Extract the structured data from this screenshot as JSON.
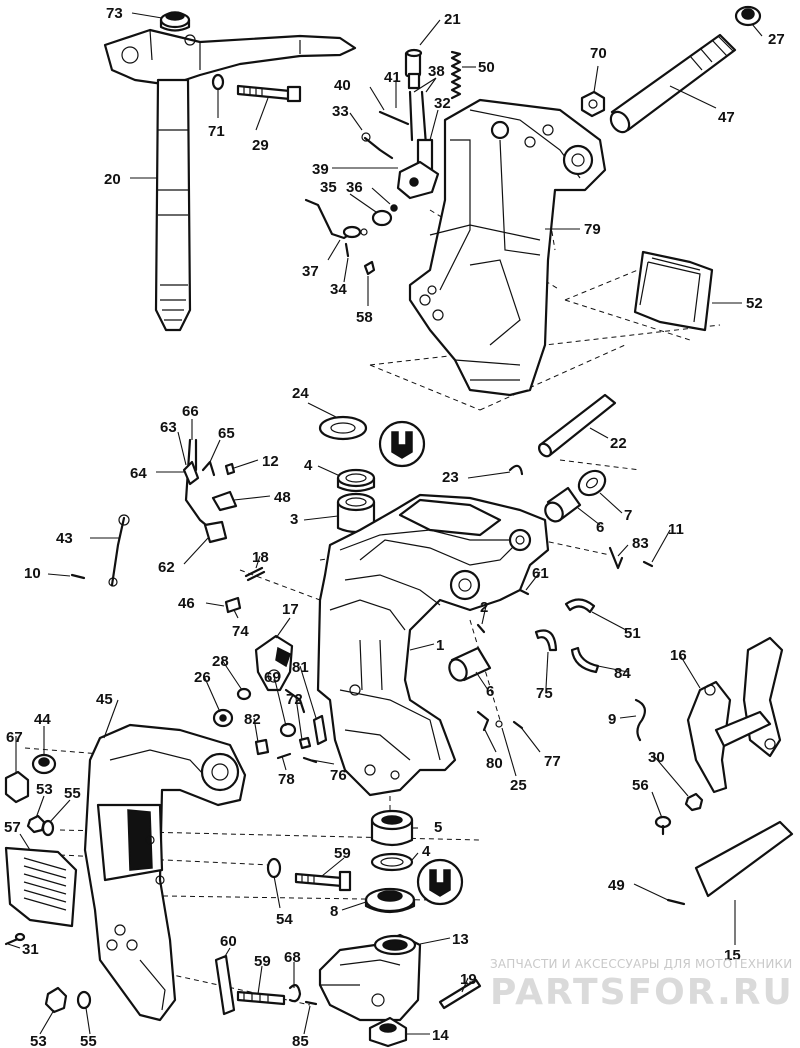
{
  "callouts": [
    {
      "id": "73",
      "label": "73"
    },
    {
      "id": "21",
      "label": "21"
    },
    {
      "id": "27",
      "label": "27"
    },
    {
      "id": "70",
      "label": "70"
    },
    {
      "id": "50",
      "label": "50"
    },
    {
      "id": "38",
      "label": "38"
    },
    {
      "id": "41",
      "label": "41"
    },
    {
      "id": "40",
      "label": "40"
    },
    {
      "id": "32",
      "label": "32"
    },
    {
      "id": "47",
      "label": "47"
    },
    {
      "id": "71",
      "label": "71"
    },
    {
      "id": "29",
      "label": "29"
    },
    {
      "id": "33",
      "label": "33"
    },
    {
      "id": "20",
      "label": "20"
    },
    {
      "id": "39",
      "label": "39"
    },
    {
      "id": "35",
      "label": "35"
    },
    {
      "id": "36",
      "label": "36"
    },
    {
      "id": "79",
      "label": "79"
    },
    {
      "id": "37",
      "label": "37"
    },
    {
      "id": "34",
      "label": "34"
    },
    {
      "id": "52",
      "label": "52"
    },
    {
      "id": "58",
      "label": "58"
    },
    {
      "id": "24",
      "label": "24"
    },
    {
      "id": "22",
      "label": "22"
    },
    {
      "id": "66",
      "label": "66"
    },
    {
      "id": "63",
      "label": "63"
    },
    {
      "id": "65",
      "label": "65"
    },
    {
      "id": "12",
      "label": "12"
    },
    {
      "id": "4a",
      "label": "4"
    },
    {
      "id": "64",
      "label": "64"
    },
    {
      "id": "23",
      "label": "23"
    },
    {
      "id": "48",
      "label": "48"
    },
    {
      "id": "7",
      "label": "7"
    },
    {
      "id": "3",
      "label": "3"
    },
    {
      "id": "6a",
      "label": "6"
    },
    {
      "id": "11",
      "label": "11"
    },
    {
      "id": "43",
      "label": "43"
    },
    {
      "id": "83",
      "label": "83"
    },
    {
      "id": "62",
      "label": "62"
    },
    {
      "id": "18",
      "label": "18"
    },
    {
      "id": "10",
      "label": "10"
    },
    {
      "id": "61",
      "label": "61"
    },
    {
      "id": "46",
      "label": "46"
    },
    {
      "id": "2",
      "label": "2"
    },
    {
      "id": "74",
      "label": "74"
    },
    {
      "id": "17",
      "label": "17"
    },
    {
      "id": "51",
      "label": "51"
    },
    {
      "id": "1",
      "label": "1"
    },
    {
      "id": "16",
      "label": "16"
    },
    {
      "id": "28",
      "label": "28"
    },
    {
      "id": "84",
      "label": "84"
    },
    {
      "id": "81",
      "label": "81"
    },
    {
      "id": "6b",
      "label": "6"
    },
    {
      "id": "26",
      "label": "26"
    },
    {
      "id": "69",
      "label": "69"
    },
    {
      "id": "72",
      "label": "72"
    },
    {
      "id": "75",
      "label": "75"
    },
    {
      "id": "45",
      "label": "45"
    },
    {
      "id": "9",
      "label": "9"
    },
    {
      "id": "44",
      "label": "44"
    },
    {
      "id": "82",
      "label": "82"
    },
    {
      "id": "67",
      "label": "67"
    },
    {
      "id": "80",
      "label": "80"
    },
    {
      "id": "77",
      "label": "77"
    },
    {
      "id": "78",
      "label": "78"
    },
    {
      "id": "76",
      "label": "76"
    },
    {
      "id": "25",
      "label": "25"
    },
    {
      "id": "30",
      "label": "30"
    },
    {
      "id": "53a",
      "label": "53"
    },
    {
      "id": "55a",
      "label": "55"
    },
    {
      "id": "56",
      "label": "56"
    },
    {
      "id": "57",
      "label": "57"
    },
    {
      "id": "5",
      "label": "5"
    },
    {
      "id": "4b",
      "label": "4"
    },
    {
      "id": "59a",
      "label": "59"
    },
    {
      "id": "49",
      "label": "49"
    },
    {
      "id": "54",
      "label": "54"
    },
    {
      "id": "8",
      "label": "8"
    },
    {
      "id": "31",
      "label": "31"
    },
    {
      "id": "13",
      "label": "13"
    },
    {
      "id": "60",
      "label": "60"
    },
    {
      "id": "15",
      "label": "15"
    },
    {
      "id": "59b",
      "label": "59"
    },
    {
      "id": "68",
      "label": "68"
    },
    {
      "id": "19",
      "label": "19"
    },
    {
      "id": "53b",
      "label": "53"
    },
    {
      "id": "55b",
      "label": "55"
    },
    {
      "id": "85",
      "label": "85"
    },
    {
      "id": "14",
      "label": "14"
    }
  ],
  "watermark": {
    "caption": "ЗАПЧАСТИ И АКСЕССУАРЫ ДЛЯ МОТОТЕХНИКИ",
    "logo": "PARTSFOR.RU"
  }
}
